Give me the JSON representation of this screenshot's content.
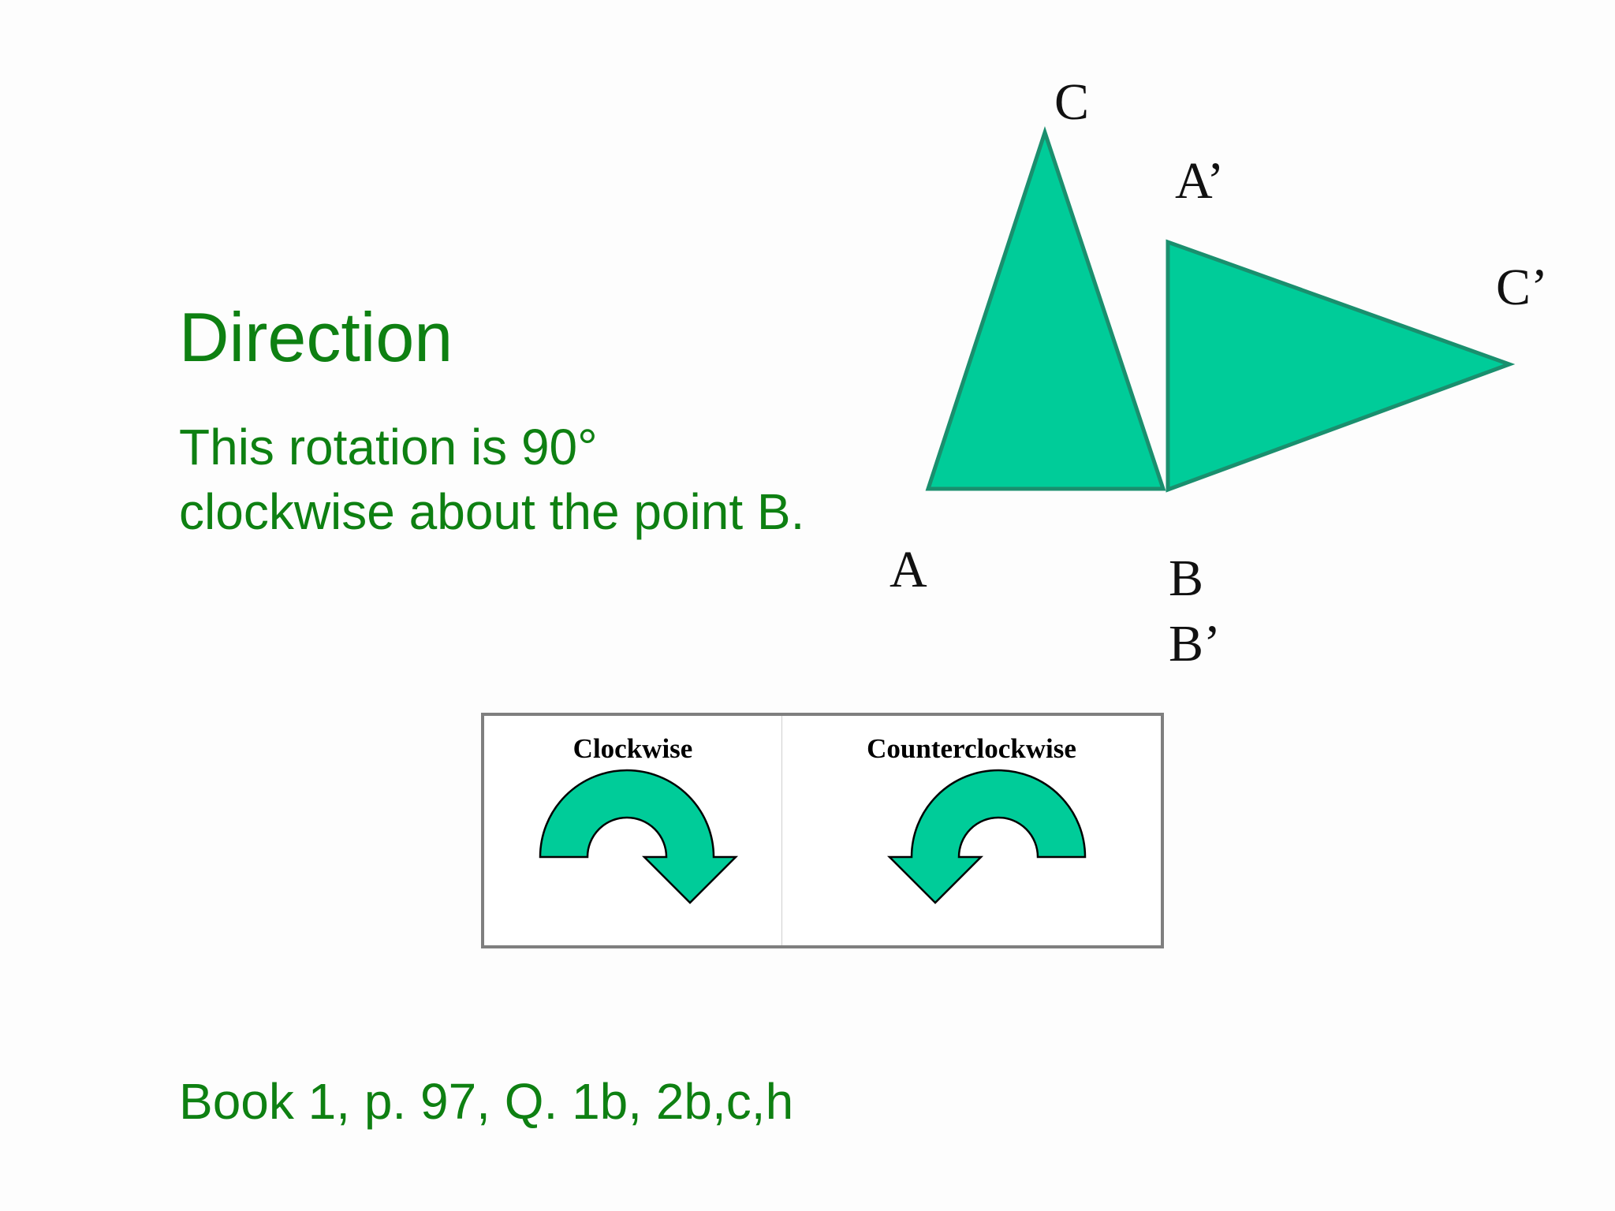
{
  "slide": {
    "title": "Direction",
    "body_line1": "This rotation is 90°",
    "body_line2": "clockwise about the point B.",
    "footer": "Book 1, p. 97, Q. 1b, 2b,c,h"
  },
  "diagram": {
    "vertex_labels": {
      "a": "A",
      "b": "B",
      "c": "C",
      "a_prime": "A’",
      "b_prime": "B’",
      "c_prime": "C’"
    },
    "fill_color": "#00cc99",
    "stroke_color": "#1a8f6e"
  },
  "direction_box": {
    "clockwise_label": "Clockwise",
    "counterclockwise_label": "Counterclockwise",
    "icons": [
      "clockwise-arrow-icon",
      "counterclockwise-arrow-icon"
    ]
  },
  "colors": {
    "text_green": "#0e8012",
    "box_border": "#7f7f7f"
  }
}
